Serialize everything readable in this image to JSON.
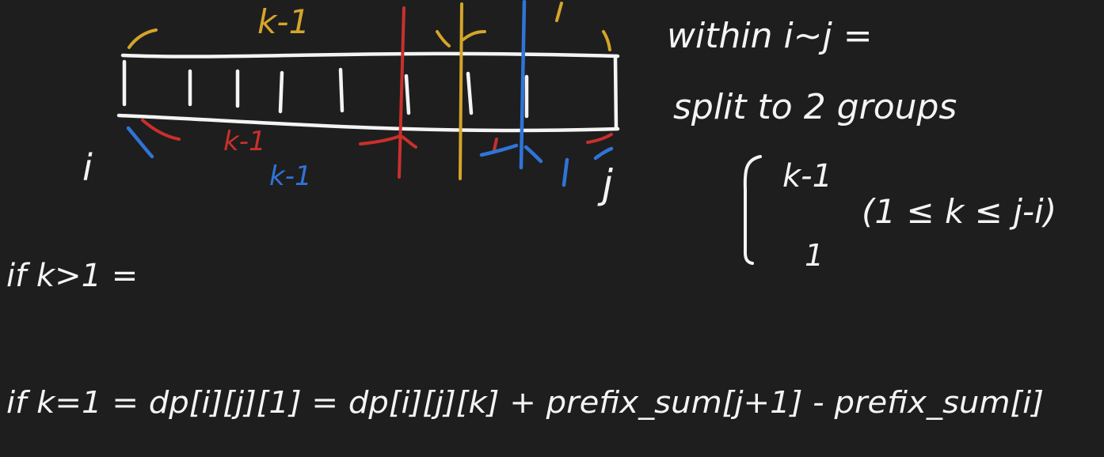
{
  "colors": {
    "background": "#1e1e1e",
    "white": "#f4f4f4",
    "yellow": "#d4a52a",
    "red": "#c9302c",
    "blue": "#2f74d8"
  },
  "diagram": {
    "top_label_yellow": "k-1",
    "bottom_label_red": "k-1",
    "bottom_label_blue": "k-1",
    "blue_right_label": "1",
    "left_index": "i",
    "right_index": "j"
  },
  "notes": {
    "line1": "within i~j =",
    "line2": "split to 2 groups",
    "case_top": "k-1",
    "case_bottom": "1",
    "constraint": "(1 ≤ k ≤ j-i)"
  },
  "formulas": {
    "if_k_gt_1": "if k>1 =",
    "if_k_eq_1": "if k=1 = dp[i][j][1] = dp[i][j][k] + prefix_sum[j+1] - prefix_sum[i]"
  }
}
